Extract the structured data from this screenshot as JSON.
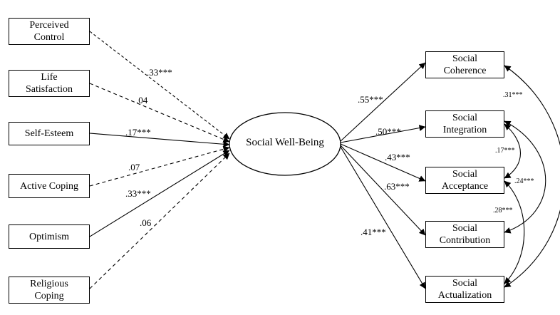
{
  "predictors": [
    {
      "line1": "Perceived",
      "line2": "Control"
    },
    {
      "line1": "Life",
      "line2": "Satisfaction"
    },
    {
      "line1": "Self-Esteem",
      "line2": ""
    },
    {
      "line1": "Active Coping",
      "line2": ""
    },
    {
      "line1": "Optimism",
      "line2": ""
    },
    {
      "line1": "Religious",
      "line2": "Coping"
    }
  ],
  "center": {
    "label": "Social Well-Being"
  },
  "outcomes": [
    {
      "line1": "Social",
      "line2": "Coherence"
    },
    {
      "line1": "Social",
      "line2": "Integration"
    },
    {
      "line1": "Social",
      "line2": "Acceptance"
    },
    {
      "line1": "Social",
      "line2": "Contribution"
    },
    {
      "line1": "Social",
      "line2": "Actualization"
    }
  ],
  "predictor_paths": [
    {
      "from": "Perceived Control",
      "coef": ".33***",
      "significant": true
    },
    {
      "from": "Life Satisfaction",
      "coef": ".04",
      "significant": false
    },
    {
      "from": "Self-Esteem",
      "coef": ".17***",
      "significant": true
    },
    {
      "from": "Active Coping",
      "coef": ".07",
      "significant": false
    },
    {
      "from": "Optimism",
      "coef": ".33***",
      "significant": true
    },
    {
      "from": "Religious Coping",
      "coef": ".06",
      "significant": false
    }
  ],
  "outcome_paths": [
    {
      "to": "Social Coherence",
      "coef": ".55***"
    },
    {
      "to": "Social Integration",
      "coef": ".50***"
    },
    {
      "to": "Social Acceptance",
      "coef": ".43***"
    },
    {
      "to": "Social Contribution",
      "coef": ".63***"
    },
    {
      "to": "Social Actualization",
      "coef": ".41***"
    }
  ],
  "covariances": [
    {
      "between": [
        "Social Coherence",
        "Social Actualization"
      ],
      "coef": ".31***"
    },
    {
      "between": [
        "Social Integration",
        "Social Acceptance"
      ],
      "coef": ".17***"
    },
    {
      "between": [
        "Social Integration",
        "Social Contribution"
      ],
      "coef": ".24***"
    },
    {
      "between": [
        "Social Acceptance",
        "Social Actualization"
      ],
      "coef": ".28***"
    }
  ]
}
